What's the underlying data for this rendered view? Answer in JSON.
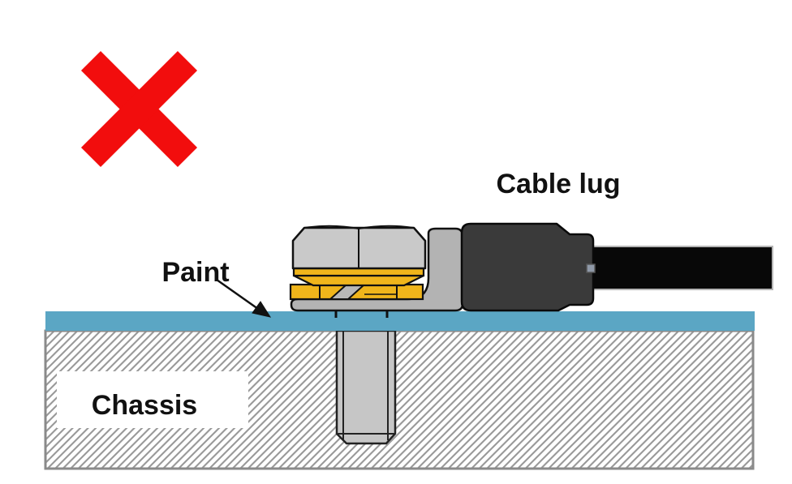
{
  "figure": {
    "kind": "installation-cross-section",
    "verdict_mark": "cross"
  },
  "labels": {
    "cable_lug": "Cable lug",
    "paint": "Paint",
    "chassis": "Chassis"
  },
  "icons": {
    "cross_mark": "red-x-icon",
    "paint_pointer": "arrow-down-right-icon"
  },
  "colors": {
    "cross_red": "#f20d0d",
    "paint_blue": "#5ba6c4",
    "washer_gold": "#f0b51b",
    "nut_gray": "#c9c9c9",
    "bolt_gray": "#c6c6c6",
    "lug_gray": "#b3b3b3",
    "serration_gray": "#b8b8b8",
    "barrel_dark": "#3a3a3a",
    "cable_black": "#080808",
    "cable_edge": "#b5b5b5",
    "crimp_square": "#8f99a8",
    "hatch_gray": "#999999",
    "chassis_border": "#8a8a8a",
    "outline_black": "#111111",
    "label_black": "#111111"
  }
}
